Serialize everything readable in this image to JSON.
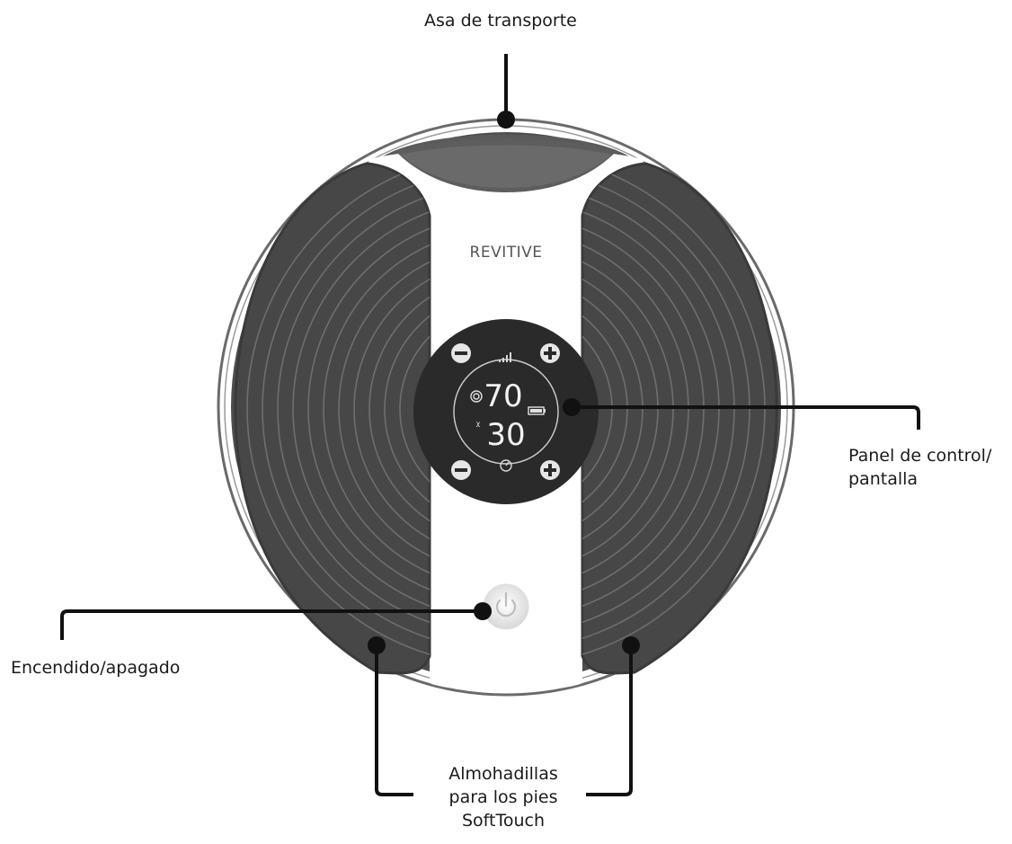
{
  "callouts": {
    "handle": "Asa de transporte",
    "panel": [
      "Panel de control/",
      "pantalla"
    ],
    "power": "Encendido/apagado",
    "pads": [
      "Almohadillas",
      "para los pies",
      "SoftTouch"
    ]
  },
  "device": {
    "brand": "REVITIVE",
    "display": {
      "intensity": "70",
      "time": "30"
    }
  },
  "icons": {
    "minus": "minus-icon",
    "plus": "plus-icon",
    "signal": "signal-bars-icon",
    "mode": "spiral-icon",
    "battery": "battery-icon",
    "timer": "timer-icon",
    "power": "power-icon"
  },
  "colors": {
    "pad": "#4a4a4a",
    "pad_rim": "#3a3a3a",
    "body": "#ffffff",
    "outline": "#5a5a5a",
    "display_bg": "#2b2b2b",
    "callout_line": "#111111"
  }
}
